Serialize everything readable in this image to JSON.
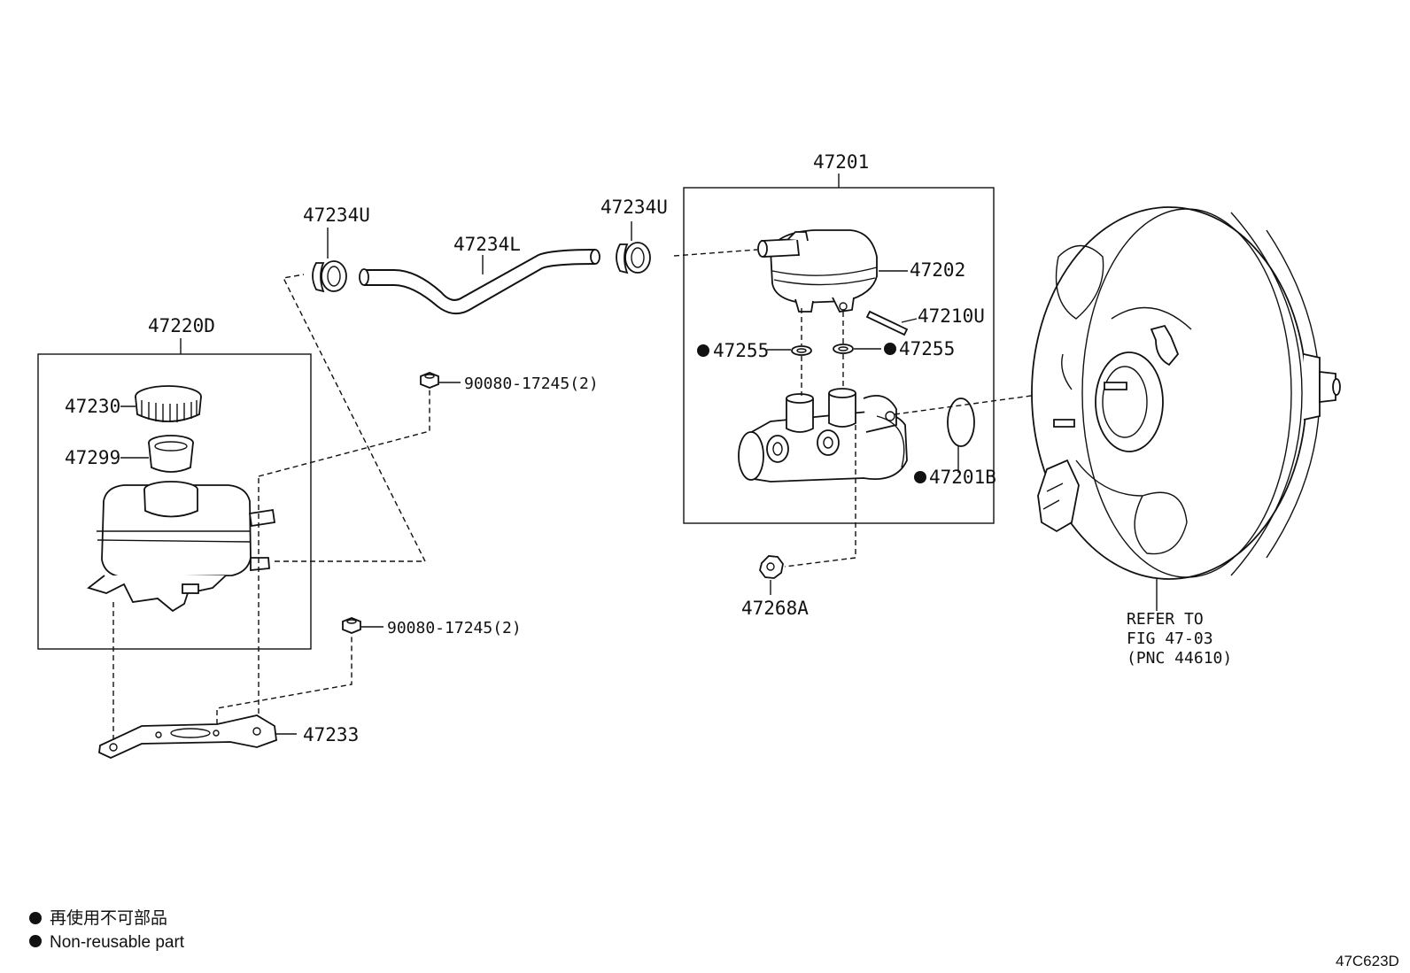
{
  "labels": {
    "master_cylinder_assy": "47201",
    "reservoir_cap_body": "47202",
    "reservoir_pin": "47210U",
    "grommet_left": "47255",
    "grommet_right": "47255",
    "o_ring": "47201B",
    "nut_master_cyl": "47268A",
    "hose_clamp_left": "47234U",
    "hose_clamp_right": "47234U",
    "reservoir_hose": "47234L",
    "reservoir_tank_assy": "47220D",
    "reservoir_cap": "47230",
    "strainer": "47299",
    "bracket": "47233",
    "nut_upper": "90080-17245(2)",
    "nut_lower": "90080-17245(2)"
  },
  "refer": {
    "line1": "REFER TO",
    "line2": "FIG 47-03",
    "line3": "(PNC 44610)"
  },
  "legend": {
    "japanese": "再使用不可部品",
    "english": "Non-reusable part"
  },
  "figure_code": "47C623D"
}
